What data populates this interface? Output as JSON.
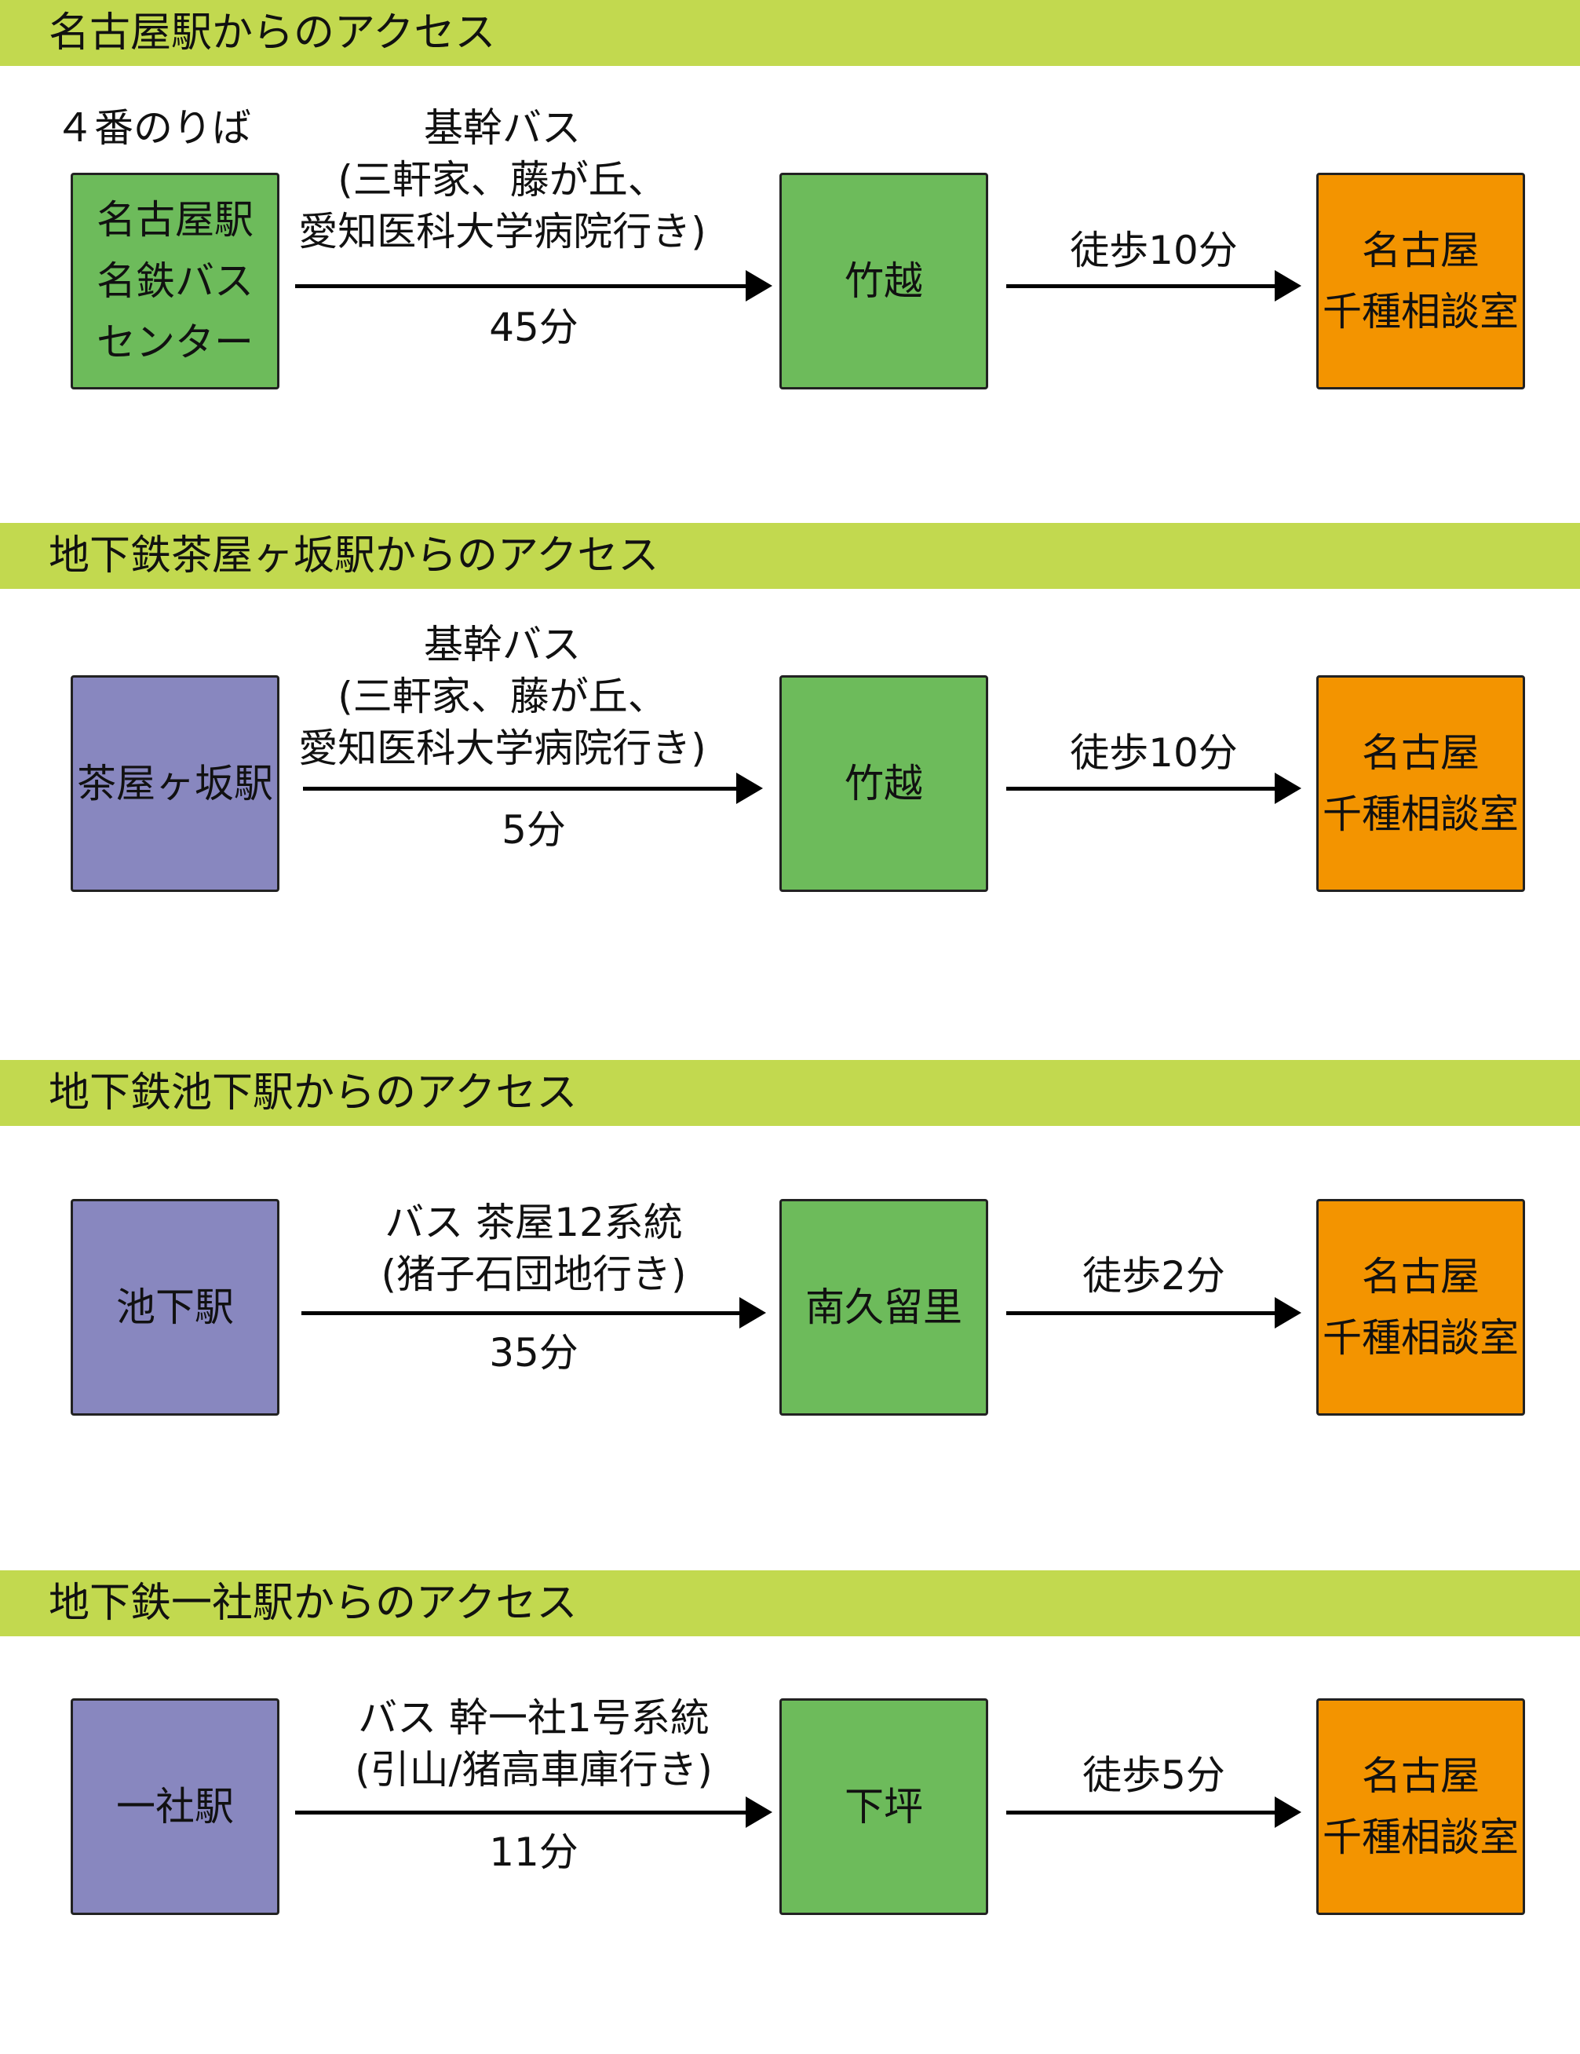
{
  "sections": [
    {
      "title": "名古屋駅からのアクセス",
      "origin_note": "４番のりば",
      "origin": "名古屋駅\n名鉄バス\nセンター",
      "route_label": "基幹バス\n(三軒家、藤が丘、\n愛知医科大学病院行き)",
      "route_time": "45分",
      "stop": "竹越",
      "walk": "徒歩10分",
      "destination": "名古屋\n千種相談室"
    },
    {
      "title": "地下鉄茶屋ヶ坂駅からのアクセス",
      "origin": "茶屋ヶ坂駅",
      "route_label": "基幹バス\n(三軒家、藤が丘、\n愛知医科大学病院行き)",
      "route_time": "5分",
      "stop": "竹越",
      "walk": "徒歩10分",
      "destination": "名古屋\n千種相談室"
    },
    {
      "title": "地下鉄池下駅からのアクセス",
      "origin": "池下駅",
      "route_label": "バス 茶屋12系統\n(猪子石団地行き)",
      "route_time": "35分",
      "stop": "南久留里",
      "walk": "徒歩2分",
      "destination": "名古屋\n千種相談室"
    },
    {
      "title": "地下鉄一社駅からのアクセス",
      "origin": "一社駅",
      "route_label": "バス 幹一社1号系統\n(引山/猪高車庫行き)",
      "route_time": "11分",
      "stop": "下坪",
      "walk": "徒歩5分",
      "destination": "名古屋\n千種相談室"
    }
  ],
  "colors": {
    "header": "#c2d94f",
    "origin_bus_center": "#6dbb5b",
    "origin_subway": "#8887bf",
    "stop": "#6dbb5b",
    "destination": "#f39400"
  }
}
